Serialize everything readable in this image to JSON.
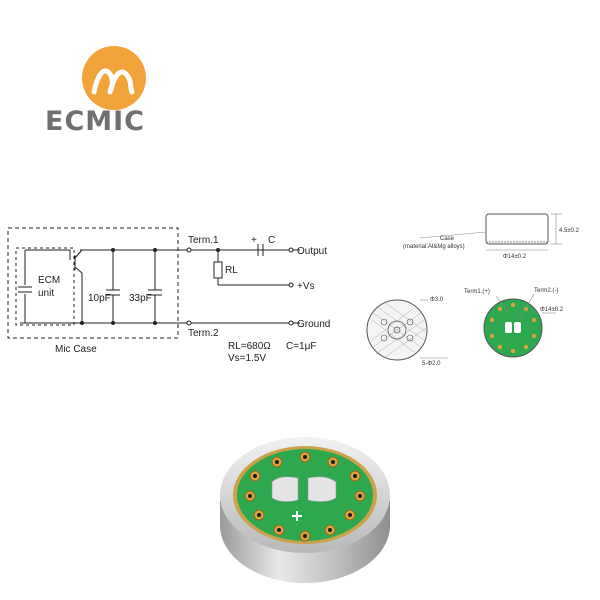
{
  "logo": {
    "text": "ECMIC"
  },
  "circuit": {
    "ecm_unit": [
      "ECM",
      "unit"
    ],
    "cap_10": "10pF",
    "cap_33": "33pF",
    "mic_case": "Mic Case",
    "term1": "Term.1",
    "term2": "Term.2",
    "rl": "RL",
    "c": "C",
    "plus": "+",
    "output": "Output",
    "vs": "+Vs",
    "ground": "Ground",
    "rl_value": "RL=680Ω",
    "c_value": "C=1μF",
    "vs_value": "Vs=1.5V"
  },
  "dimensions": {
    "case_label": [
      "Case",
      "(material:Al&Mg alloys)"
    ],
    "height": "4.5±0.2",
    "diameter_side": "Φ14±0.2",
    "phi3": "Φ3.0",
    "holes": "5-Φ2.0",
    "term1": "Term1.(+)",
    "term2": "Term2.(-)",
    "diameter_back": "Φ14±0.2"
  },
  "colors": {
    "logo_orange": "#f2a33a",
    "pcb_green": "#2ea84e",
    "gold": "#d9a441",
    "metal": "#c8c8c8"
  }
}
